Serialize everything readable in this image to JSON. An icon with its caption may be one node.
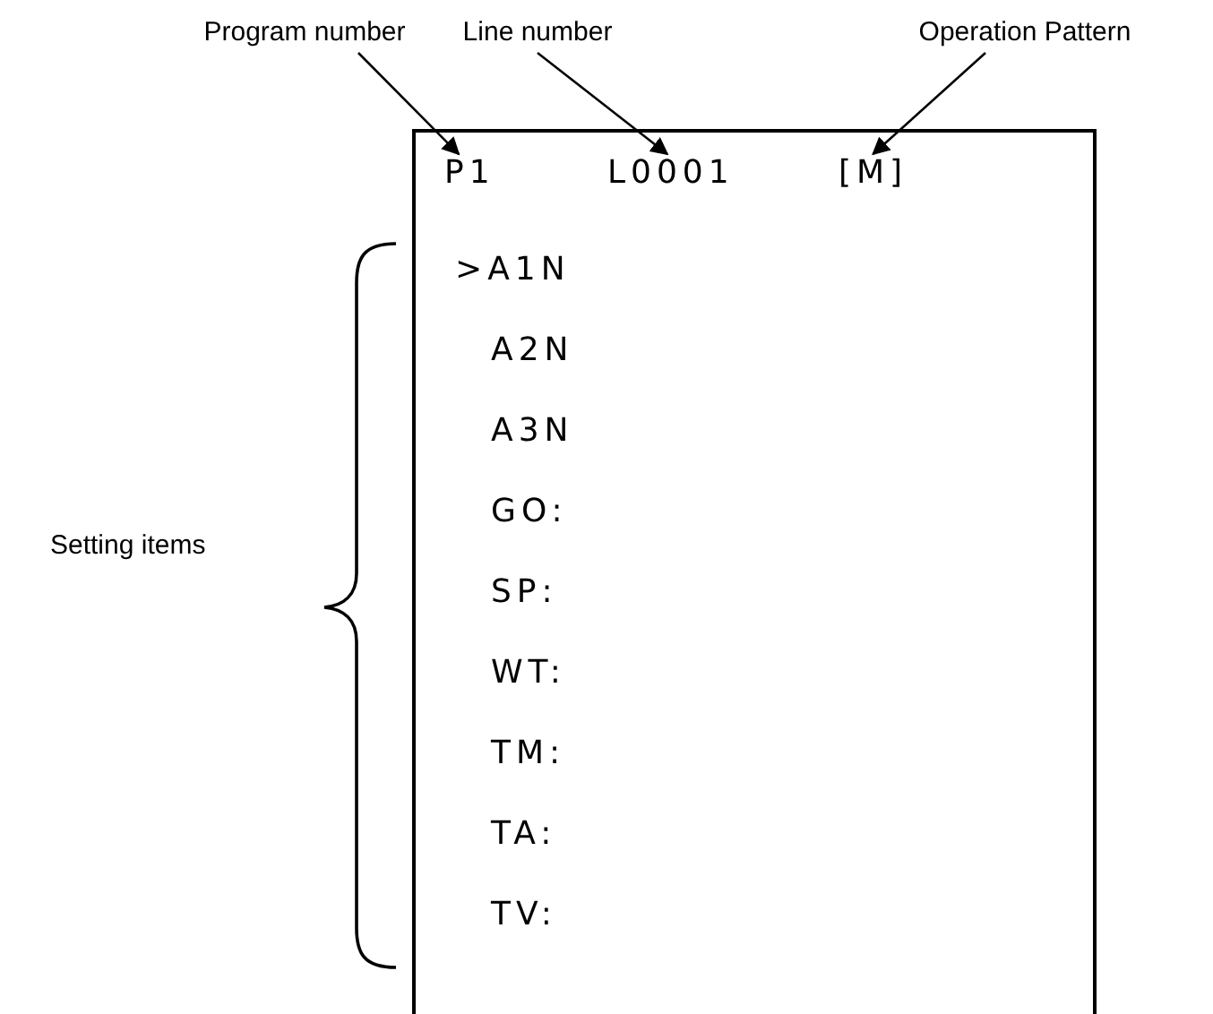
{
  "diagram": {
    "nodes": [
      {
        "text": [],
        "shape": "box"
      },
      {
        "text": [
          "Program number"
        ]
      },
      {
        "text": [
          "P1"
        ],
        "in": 0
      },
      {
        "text": [
          "Line number"
        ]
      },
      {
        "text": [
          "L0001"
        ],
        "in": 0
      },
      {
        "text": [
          "Operation Pattern"
        ]
      },
      {
        "text": [
          "[M]"
        ],
        "in": 0
      }
    ],
    "edges": [
      {
        "from": 1,
        "to": 2,
        "arrow": "to"
      },
      {
        "from": 3,
        "to": 4,
        "arrow": "to"
      },
      {
        "from": 5,
        "to": 6,
        "arrow": "to"
      }
    ],
    "labels": [
      "Setting items",
      ">A1N",
      "A2N",
      "A3N",
      "GO:",
      "SP:",
      "WT:",
      "TM:",
      "TA:",
      "TV:"
    ]
  }
}
